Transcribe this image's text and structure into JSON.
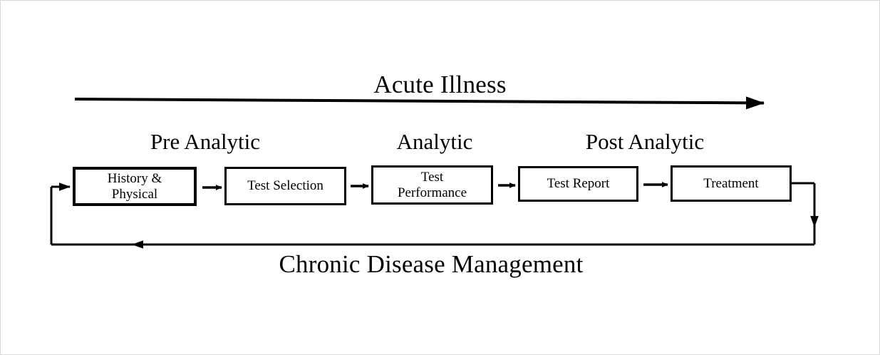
{
  "diagram": {
    "title_top": "Acute Illness",
    "title_bottom": "Chronic Disease Management",
    "phases": [
      {
        "label": "Pre Analytic"
      },
      {
        "label": "Analytic"
      },
      {
        "label": "Post Analytic"
      }
    ],
    "nodes": [
      {
        "id": "history-physical",
        "line1": "History &",
        "line2": "Physical"
      },
      {
        "id": "test-selection",
        "line1": "Test Selection",
        "line2": ""
      },
      {
        "id": "test-performance",
        "line1": "Test",
        "line2": "Performance"
      },
      {
        "id": "test-report",
        "line1": "Test Report",
        "line2": ""
      },
      {
        "id": "treatment",
        "line1": "Treatment",
        "line2": ""
      }
    ],
    "connector_names": [
      "arrow-history-to-selection",
      "arrow-selection-to-performance",
      "arrow-performance-to-report",
      "arrow-report-to-treatment",
      "arrow-acute-illness-timeline",
      "feedback-loop-chronic-disease"
    ],
    "colors": {
      "stroke": "#000000",
      "background": "#ffffff",
      "text": "#000000"
    }
  }
}
